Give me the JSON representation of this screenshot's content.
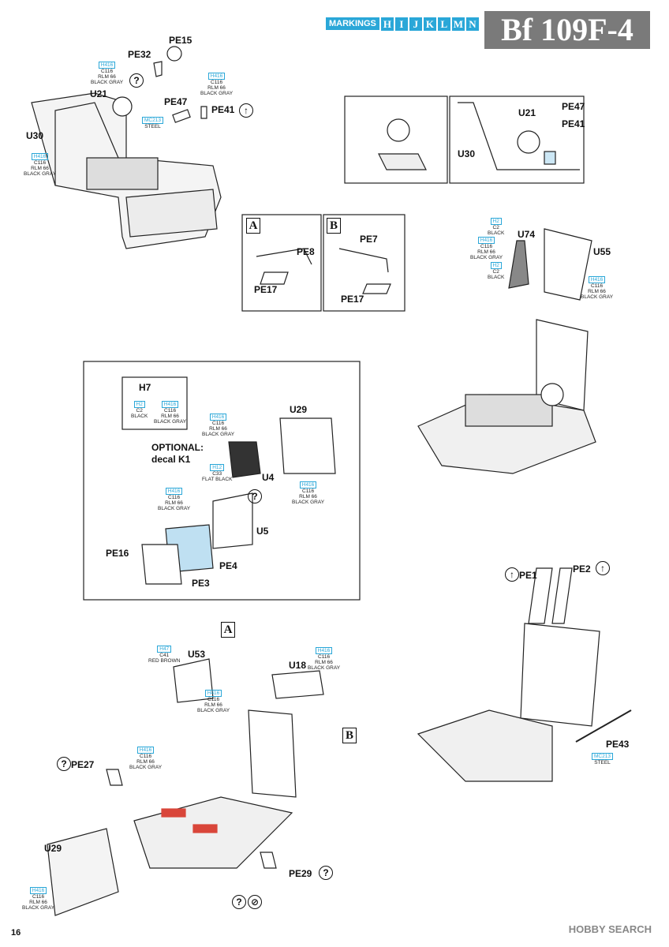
{
  "header": {
    "title": "Bf 109F-4",
    "markings_label": "MARKINGS",
    "marking_letters": [
      "H",
      "I",
      "J",
      "K",
      "L",
      "M",
      "N"
    ]
  },
  "parts": {
    "pe15": "PE15",
    "pe32": "PE32",
    "u21": "U21",
    "pe47": "PE47",
    "pe41": "PE41",
    "u30": "U30",
    "u21b": "U21",
    "pe47b": "PE47",
    "pe41b": "PE41",
    "u30b": "U30",
    "pe8": "PE8",
    "pe17a": "PE17",
    "pe7": "PE7",
    "pe17b": "PE17",
    "u74": "U74",
    "u55": "U55",
    "h7": "H7",
    "u29": "U29",
    "u4": "U4",
    "u5": "U5",
    "pe16": "PE16",
    "pe4": "PE4",
    "pe3": "PE3",
    "pe1": "PE1",
    "pe2": "PE2",
    "pe43": "PE43",
    "u53": "U53",
    "u18": "U18",
    "pe27": "PE27",
    "u29b": "U29",
    "pe29": "PE29"
  },
  "optional": {
    "line1": "OPTIONAL:",
    "line2": "decal K1"
  },
  "subassembly": {
    "a": "A",
    "b": "B"
  },
  "paints": {
    "h416_c116_rlm66": {
      "h": "H416",
      "c": "C116",
      "name1": "RLM 66",
      "name2": "BLACK GRAY"
    },
    "mc213": {
      "h": "MC213",
      "name1": "STEEL"
    },
    "h2_c2": {
      "h": "H2",
      "c": "C2",
      "name1": "BLACK"
    },
    "h12_c33": {
      "h": "H12",
      "c": "C33",
      "name1": "FLAT BLACK"
    },
    "h47_c41": {
      "h": "H47",
      "c": "C41",
      "name1": "RED BROWN"
    }
  },
  "footer": {
    "page": "16",
    "watermark": "HOBBY SEARCH"
  },
  "colors": {
    "accent_blue": "#2aa7d8",
    "title_gray": "#7a7a7a",
    "highlight_red": "#d9463a",
    "panel_blue": "#bfe0f2"
  }
}
